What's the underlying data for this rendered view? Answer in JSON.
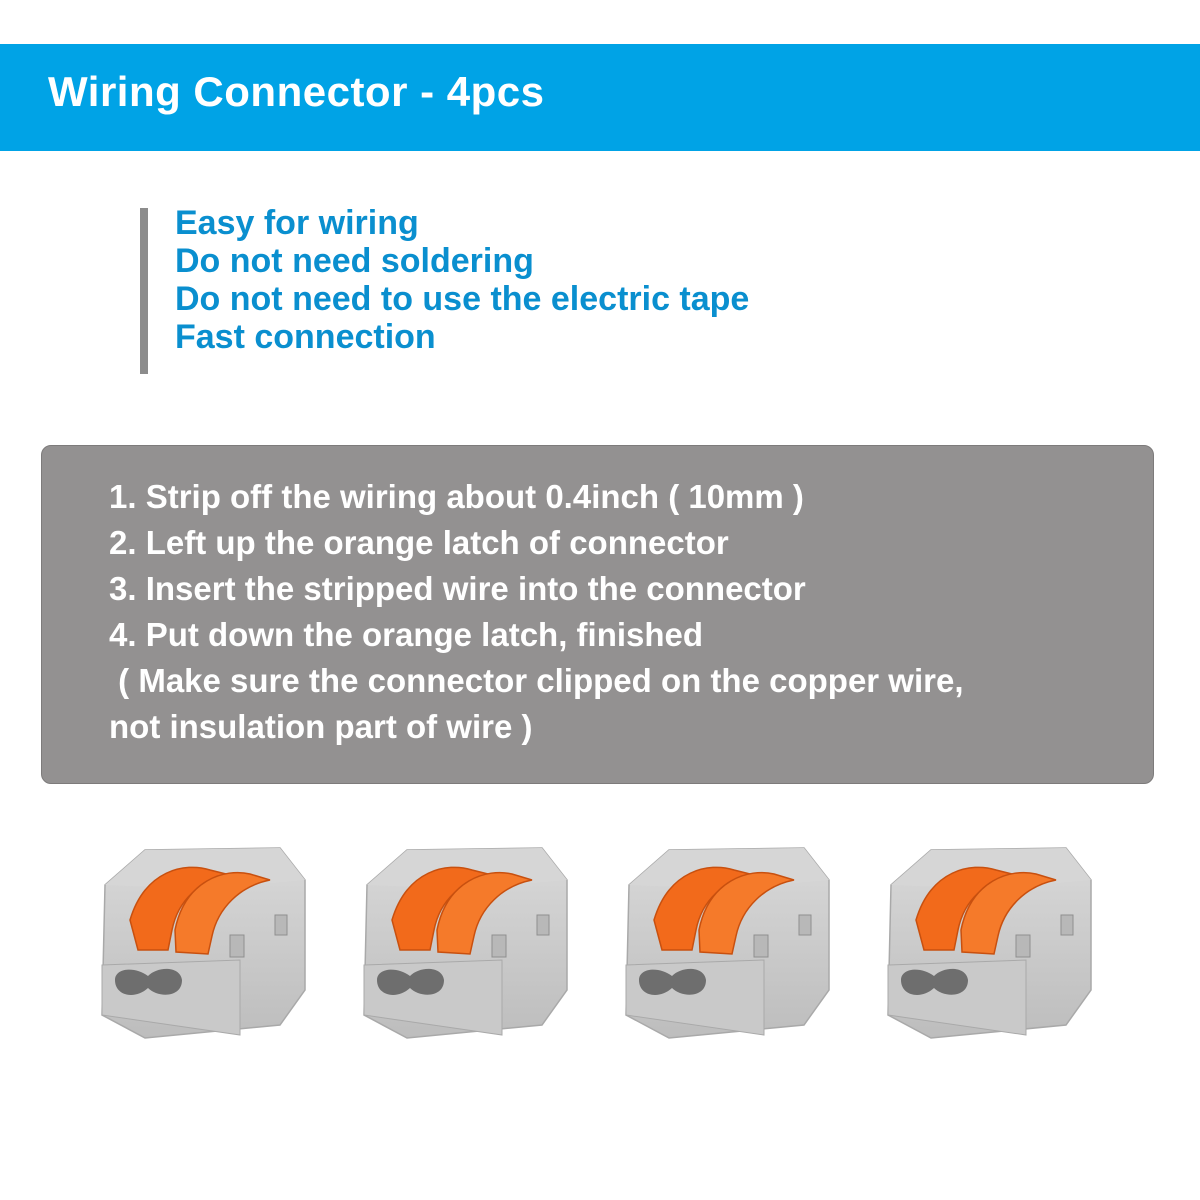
{
  "header": {
    "title": "Wiring Connector - 4pcs",
    "background_color": "#00a3e6"
  },
  "features": [
    "Easy for wiring",
    "Do not need soldering",
    "Do not need to use the electric tape",
    "Fast connection"
  ],
  "instructions": [
    "1. Strip off the wiring about 0.4inch ( 10mm )",
    "2. Left up the orange latch of connector",
    "3. Insert the stripped wire into the connector",
    "4. Put down the orange latch, finished",
    " ( Make sure the connector clipped on the copper wire,",
    "not insulation part of wire )"
  ],
  "connectors": {
    "count": 4,
    "body_color": "#cfcfcf",
    "latch_color": "#f26a1b",
    "hole_color": "#6e6e6e"
  }
}
